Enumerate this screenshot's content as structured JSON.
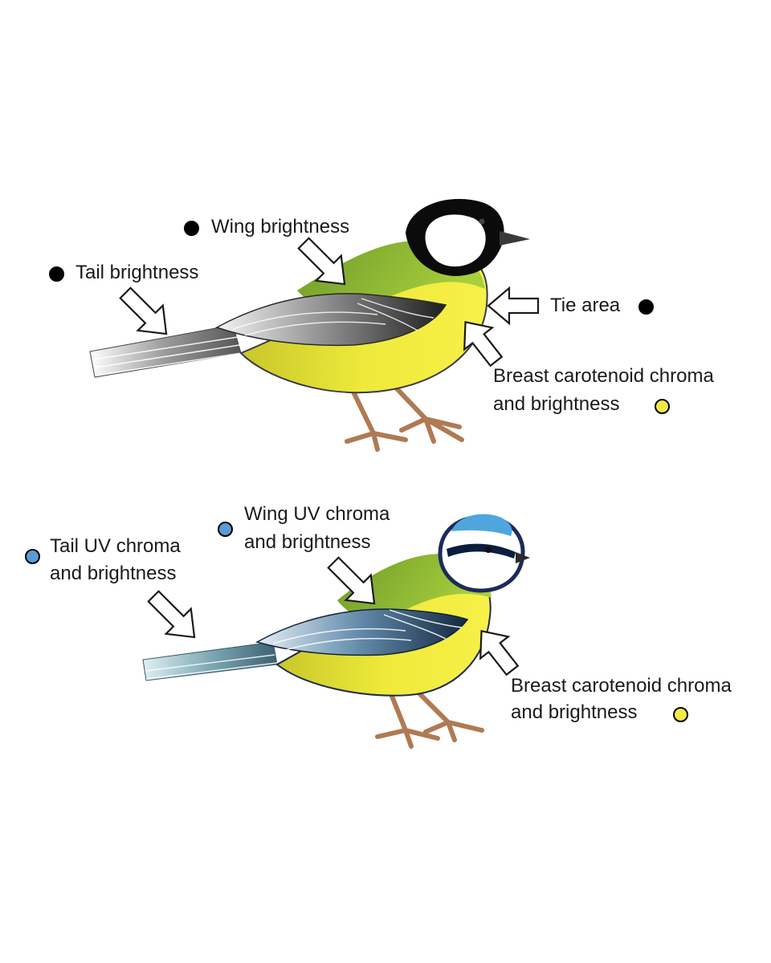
{
  "colors": {
    "marker_black": "#000000",
    "marker_blue": "#5b9bd5",
    "marker_yellow": "#f2e84a",
    "plumage_green": "#8dbb35",
    "plumage_yellow": "#f3ec3b",
    "cap_blue": "#4ea6dd",
    "cap_black": "#0b0b0b",
    "leg_brown": "#b07a52"
  },
  "great_tit": {
    "species_icon": "great-tit-illustration",
    "labels": {
      "wing": "Wing brightness",
      "tail": "Tail brightness",
      "tie": "Tie area",
      "breast_line1": "Breast carotenoid chroma",
      "breast_line2": "and brightness"
    }
  },
  "blue_tit": {
    "species_icon": "blue-tit-illustration",
    "labels": {
      "wing_line1": "Wing UV chroma",
      "wing_line2": "and brightness",
      "tail_line1": "Tail UV chroma",
      "tail_line2": "and brightness",
      "breast_line1": "Breast carotenoid chroma",
      "breast_line2": "and brightness"
    }
  }
}
